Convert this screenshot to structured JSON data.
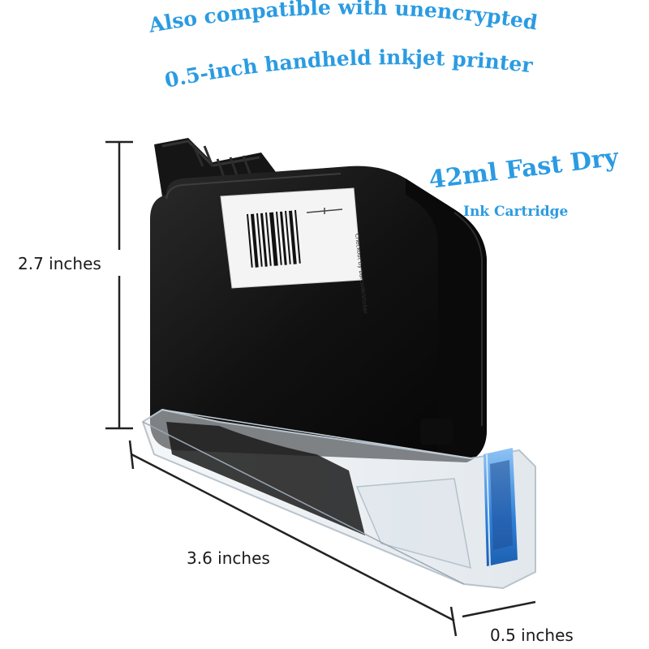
{
  "headline": {
    "line1": "Also compatible with unencrypted",
    "line2": "0.5-inch handheld inkjet printer"
  },
  "badge": {
    "main": "42ml Fast Dry",
    "sub": "Ink Cartridge"
  },
  "dimensions": {
    "height": "2.7 inches",
    "length": "3.6 inches",
    "depth": "0.5 inches"
  },
  "label_text": "Checkout by barcode/sticker",
  "colors": {
    "accent": "#2b9be2",
    "cartridge_body": "#111111",
    "ink_window": "#3a8fe0"
  }
}
